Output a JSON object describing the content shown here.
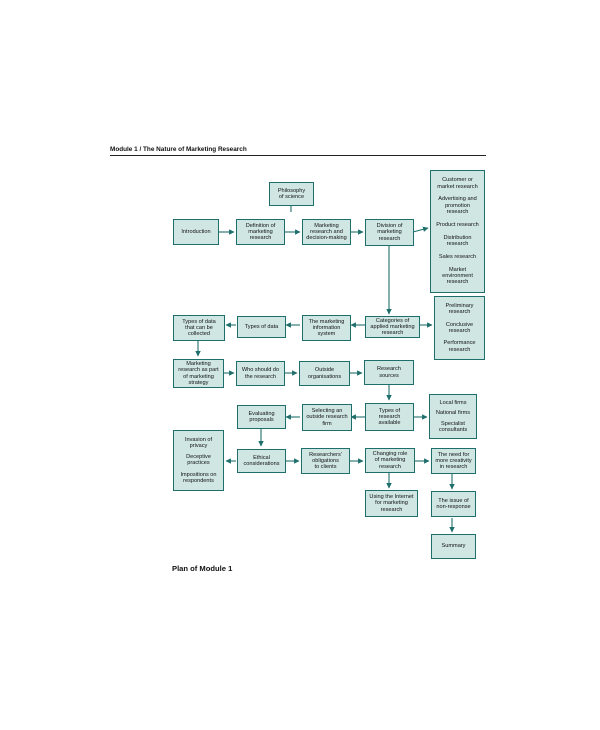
{
  "header": "Module 1 / The Nature of Marketing Research",
  "caption": "Plan of Module 1",
  "colors": {
    "box_fill": "#cfe6e3",
    "box_border": "#1e6f6c",
    "connector": "#1e6f6c"
  },
  "nodes": {
    "philosophy": "Philosophy\nof science",
    "introduction": "Introduction",
    "definition": "Definition of\nmarketing\nresearch",
    "marketing_research_decision": "Marketing\nresearch and\ndecision-making",
    "division": "Division of\nmarketing\nresearch",
    "categories": "Categories of\napplied marketing\nresearch",
    "mis": "The marketing\ninformation\nsystem",
    "types_data": "Types of data",
    "types_data_collected": "Types of data\nthat can be\ncollected",
    "mr_strategy": "Marketing\nresearch as part\nof marketing\nstrategy",
    "who_should": "Who should do\nthe research",
    "outside_orgs": "Outside\norganisations",
    "research_sources": "Research\nsources",
    "types_research": "Types of\nresearch\navailable",
    "selecting_firm": "Selecting an\noutside research\nfirm",
    "evaluating": "Evaluating\nproposals",
    "ethical": "Ethical\nconsiderations",
    "researchers_obligations": "Researchers'\nobligations\nto clients",
    "changing_role": "Changing role\nof marketing\nresearch",
    "need_creativity": "The need for\nmore creativity\nin research",
    "internet": "Using the Internet\nfor marketing\nresearch",
    "non_response": "The issue of\nnon-response",
    "summary": "Summary"
  },
  "lists": {
    "division_list": [
      "Customer or\nmarket research",
      "Advertising and\npromotion\nresearch",
      "Product research",
      "Distribution\nresearch",
      "Sales research",
      "Market\nenvironment\nresearch"
    ],
    "categories_list": [
      "Preliminary\nresearch",
      "Conclusive\nresearch",
      "Performance\nresearch"
    ],
    "firms_list": [
      "Local firms",
      "National firms",
      "Specialist\nconsultants"
    ],
    "ethics_list": [
      "Invasion of\nprivacy",
      "Deceptive\npractices",
      "Impositions on\nrespondents"
    ]
  }
}
